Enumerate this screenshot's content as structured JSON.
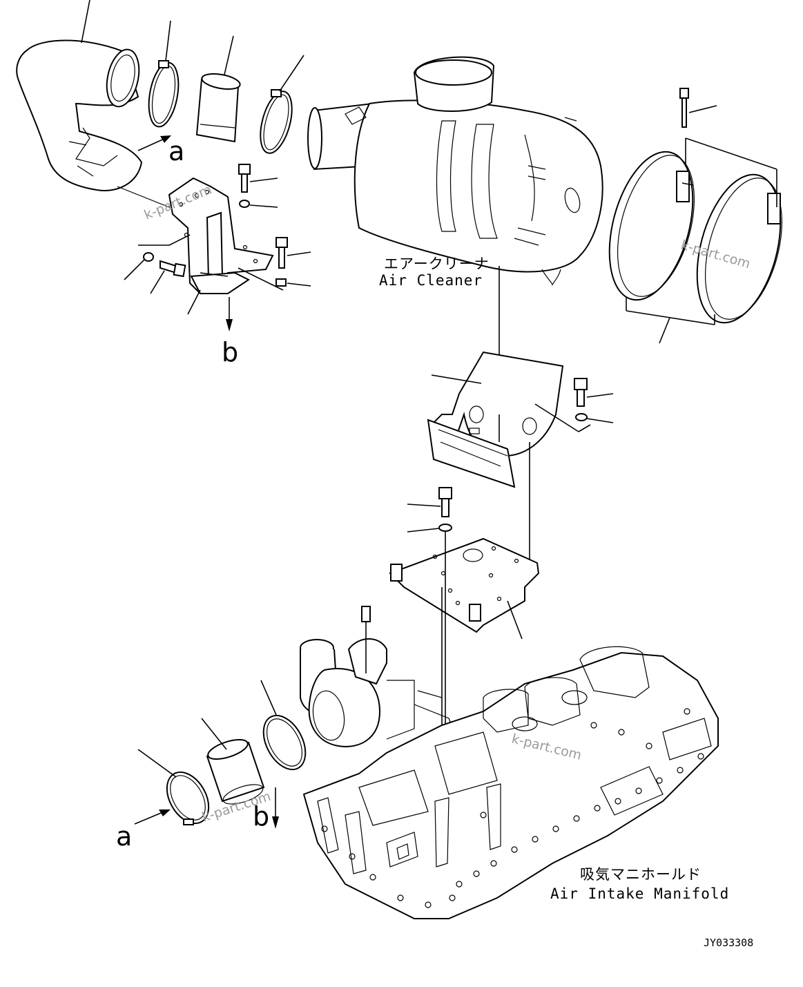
{
  "labels": {
    "air_cleaner_jp": "エアークリーナ",
    "air_cleaner_en": "Air Cleaner",
    "manifold_jp": "吸気マニホールド",
    "manifold_en": "Air Intake Manifold"
  },
  "reference_markers": {
    "a_top": "a",
    "b_top": "b",
    "a_bottom": "a",
    "b_bottom": "b"
  },
  "watermarks": [
    "k-part.com",
    "k-part.com",
    "k-part.com",
    "k-part.com"
  ],
  "drawing_code": "JY033308"
}
